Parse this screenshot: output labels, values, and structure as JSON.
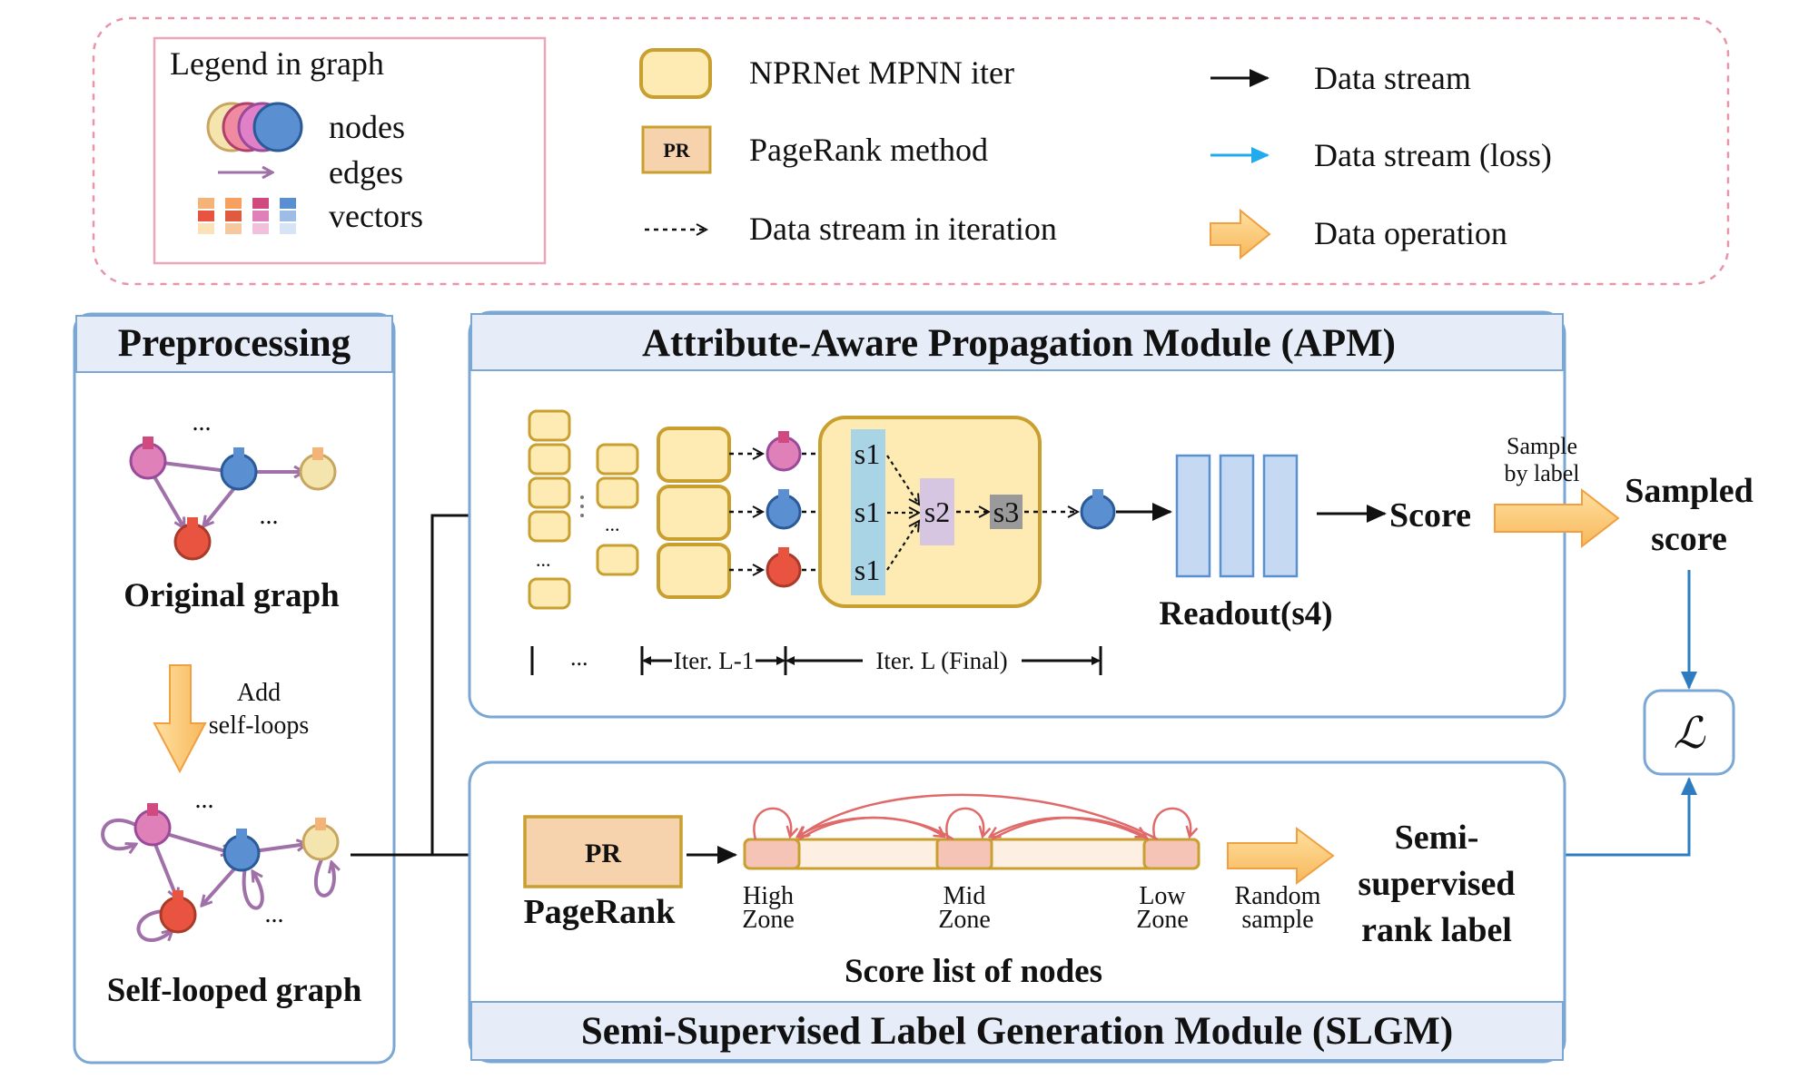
{
  "legend": {
    "title": "Legend in graph",
    "nodes_label": "nodes",
    "edges_label": "edges",
    "vectors_label": "vectors",
    "mpnn_label": "NPRNet MPNN iter",
    "pr_box_text": "PR",
    "pagerank_label": "PageRank method",
    "iter_stream_label": "Data stream in iteration",
    "stream_label": "Data stream",
    "loss_stream_label": "Data stream (loss)",
    "operation_label": "Data operation"
  },
  "preprocessing": {
    "title": "Preprocessing",
    "original_graph": "Original graph",
    "add_line1": "Add",
    "add_line2": "self-loops",
    "self_looped_graph": "Self-looped graph",
    "ellipsis": "..."
  },
  "apm": {
    "title": "Attribute-Aware Propagation Module (APM)",
    "s1": "s1",
    "s2": "s2",
    "s3": "s3",
    "readout": "Readout(s4)",
    "score": "Score",
    "sample_line1": "Sample",
    "sample_line2": "by label",
    "sampled_line1": "Sampled",
    "sampled_line2": "score",
    "iter_prev": "Iter. L-1",
    "iter_final": "Iter. L (Final)",
    "ellipsis": "..."
  },
  "loss_symbol": "ℒ",
  "slgm": {
    "title": "Semi-Supervised Label Generation Module (SLGM)",
    "pr_text": "PR",
    "pagerank": "PageRank",
    "high1": "High",
    "high2": "Zone",
    "mid1": "Mid",
    "mid2": "Zone",
    "low1": "Low",
    "low2": "Zone",
    "random1": "Random",
    "random2": "sample",
    "semi1": "Semi-",
    "semi2": "supervised",
    "semi3": "rank label",
    "score_list": "Score list of nodes"
  },
  "colors": {
    "panel_border": "#7aa7d4",
    "header_fill": "#e6edf8",
    "mpnn_fill": "#fdebb3",
    "mpnn_border": "#c9a030",
    "pr_fill": "#f6d2ad",
    "loss_arrow": "#22aaee",
    "node_pink": "#e080b8",
    "node_blue": "#5a8fd2",
    "node_red": "#e8543f",
    "node_yellow": "#f4e4ae",
    "edge_purple": "#a070a8",
    "zone_fill": "#f6c4b6",
    "zone_arc": "#e06a6a"
  }
}
